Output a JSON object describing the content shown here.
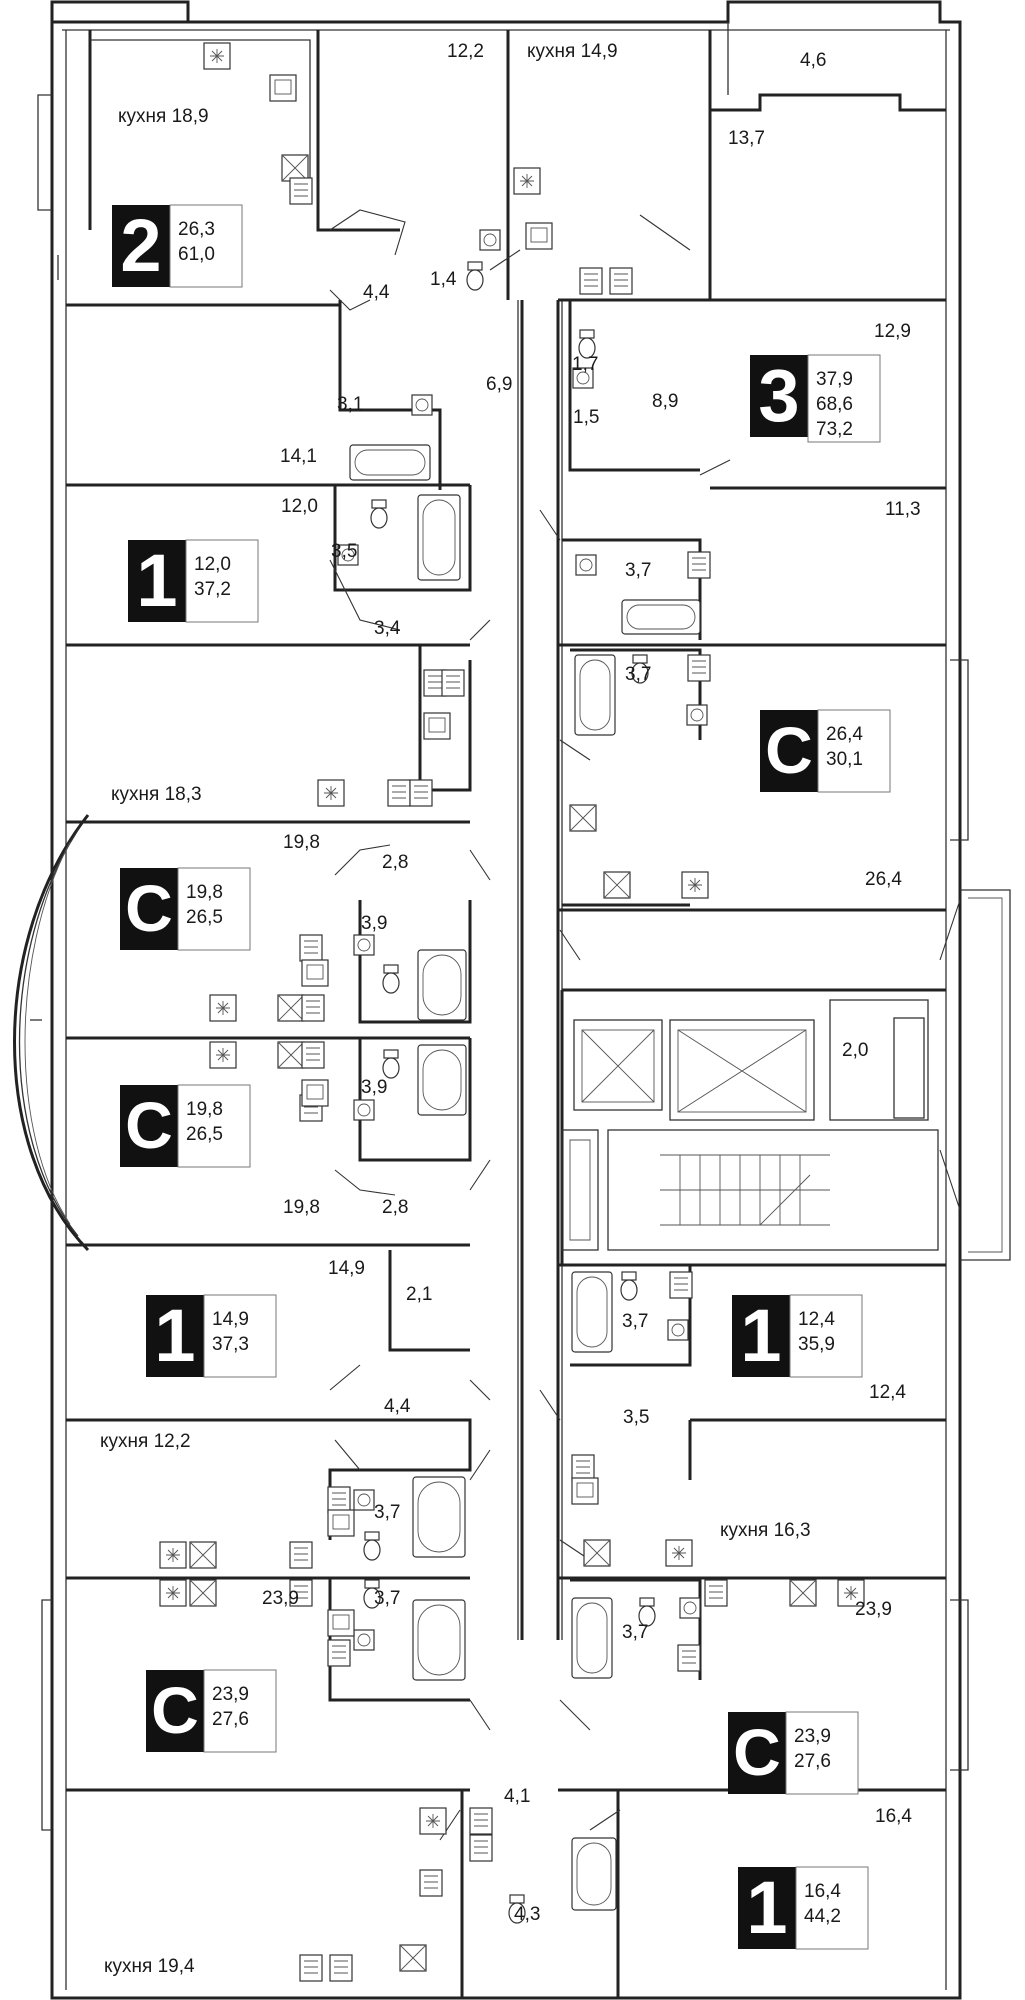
{
  "rooms": [
    {
      "id": "r1",
      "text": "кухня 18,9"
    },
    {
      "id": "r2",
      "text": "12,2"
    },
    {
      "id": "r3",
      "text": "кухня 14,9"
    },
    {
      "id": "r4",
      "text": "4,6"
    },
    {
      "id": "r5",
      "text": "13,7"
    },
    {
      "id": "r6",
      "text": "4,4"
    },
    {
      "id": "r7",
      "text": "1,4"
    },
    {
      "id": "r8",
      "text": "1,7"
    },
    {
      "id": "r9",
      "text": "12,9"
    },
    {
      "id": "r10",
      "text": "3,1"
    },
    {
      "id": "r11",
      "text": "6,9"
    },
    {
      "id": "r12",
      "text": "1,5"
    },
    {
      "id": "r13",
      "text": "8,9"
    },
    {
      "id": "r14",
      "text": "14,1"
    },
    {
      "id": "r15",
      "text": "12,0"
    },
    {
      "id": "r16",
      "text": "3,5"
    },
    {
      "id": "r17",
      "text": "11,3"
    },
    {
      "id": "r18",
      "text": "3,7"
    },
    {
      "id": "r19",
      "text": "3,4"
    },
    {
      "id": "r20",
      "text": "3,7"
    },
    {
      "id": "r21",
      "text": "кухня 18,3"
    },
    {
      "id": "r22",
      "text": "19,8"
    },
    {
      "id": "r23",
      "text": "2,8"
    },
    {
      "id": "r24",
      "text": "26,4"
    },
    {
      "id": "r25",
      "text": "3,9"
    },
    {
      "id": "r26",
      "text": "2,0"
    },
    {
      "id": "r27",
      "text": "3,9"
    },
    {
      "id": "r28",
      "text": "19,8"
    },
    {
      "id": "r29",
      "text": "2,8"
    },
    {
      "id": "r30",
      "text": "14,9"
    },
    {
      "id": "r31",
      "text": "2,1"
    },
    {
      "id": "r32",
      "text": "3,7"
    },
    {
      "id": "r33",
      "text": "4,4"
    },
    {
      "id": "r34",
      "text": "3,5"
    },
    {
      "id": "r35",
      "text": "12,4"
    },
    {
      "id": "r36",
      "text": "кухня 12,2"
    },
    {
      "id": "r37",
      "text": "3,7"
    },
    {
      "id": "r38",
      "text": "кухня 16,3"
    },
    {
      "id": "r39",
      "text": "23,9"
    },
    {
      "id": "r40",
      "text": "3,7"
    },
    {
      "id": "r41",
      "text": "3,7"
    },
    {
      "id": "r42",
      "text": "23,9"
    },
    {
      "id": "r43",
      "text": "4,1"
    },
    {
      "id": "r44",
      "text": "16,4"
    },
    {
      "id": "r45",
      "text": "4,3"
    },
    {
      "id": "r46",
      "text": "кухня 19,4"
    }
  ],
  "apartments": [
    {
      "id": "a1",
      "type": "2",
      "lines": [
        "26,3",
        "61,0"
      ]
    },
    {
      "id": "a2",
      "type": "3",
      "lines": [
        "37,9",
        "68,6",
        "73,2"
      ]
    },
    {
      "id": "a3",
      "type": "1",
      "lines": [
        "12,0",
        "37,2"
      ]
    },
    {
      "id": "a4",
      "type": "С",
      "lines": [
        "26,4",
        "30,1"
      ]
    },
    {
      "id": "a5",
      "type": "С",
      "lines": [
        "19,8",
        "26,5"
      ]
    },
    {
      "id": "a6",
      "type": "С",
      "lines": [
        "19,8",
        "26,5"
      ]
    },
    {
      "id": "a7",
      "type": "1",
      "lines": [
        "14,9",
        "37,3"
      ]
    },
    {
      "id": "a8",
      "type": "1",
      "lines": [
        "12,4",
        "35,9"
      ]
    },
    {
      "id": "a9",
      "type": "С",
      "lines": [
        "23,9",
        "27,6"
      ]
    },
    {
      "id": "a10",
      "type": "С",
      "lines": [
        "23,9",
        "27,6"
      ]
    },
    {
      "id": "a11",
      "type": "1",
      "lines": [
        "16,4",
        "44,2"
      ]
    }
  ],
  "icons": {
    "appliance": "ventilation-shaft-icon",
    "stove": "stove-icon",
    "sink": "sink-icon",
    "bathtub": "bathtub-icon",
    "toilet": "toilet-icon",
    "elevator": "elevator-icon",
    "stairs": "stairs-icon"
  }
}
